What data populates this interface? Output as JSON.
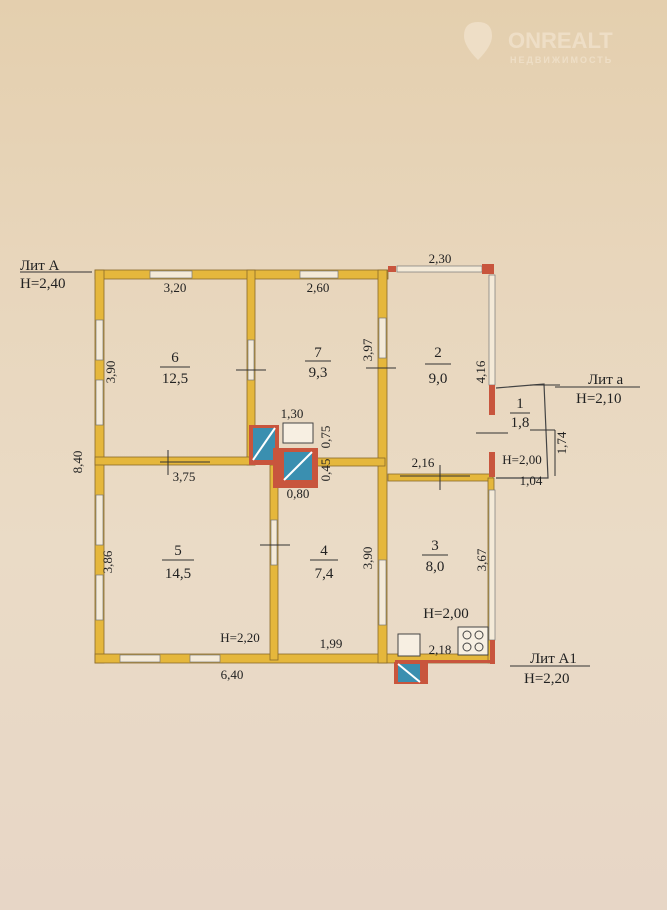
{
  "watermark": {
    "brand": "ONREALT",
    "tagline": "НЕДВИЖИМОСТЬ"
  },
  "liters": {
    "A": {
      "name": "Лит А",
      "height": "H=2,40"
    },
    "a": {
      "name": "Лит а",
      "height": "H=2,10"
    },
    "A1": {
      "name": "Лит А1",
      "height": "H=2,20"
    }
  },
  "rooms": [
    {
      "number": "1",
      "area": "1,8"
    },
    {
      "number": "2",
      "area": "9,0"
    },
    {
      "number": "3",
      "area": "8,0"
    },
    {
      "number": "4",
      "area": "7,4"
    },
    {
      "number": "5",
      "area": "14,5"
    },
    {
      "number": "6",
      "area": "12,5"
    },
    {
      "number": "7",
      "area": "9,3"
    }
  ],
  "dimensions": {
    "d320": "3,20",
    "d260": "2,60",
    "d230": "2,30",
    "d390a": "3,90",
    "d397": "3,97",
    "d416": "4,16",
    "d840": "8,40",
    "d375": "3,75",
    "d130": "1,30",
    "d075": "0,75",
    "d045": "0,45",
    "d080": "0,80",
    "d216": "2,16",
    "d174": "1,74",
    "d104": "1,04",
    "d386": "3,86",
    "d390b": "3,90",
    "d367": "3,67",
    "d218": "2,18",
    "d199": "1,99",
    "d640": "6,40"
  },
  "heights": {
    "porch": "H=2,00",
    "room3": "H=2,00",
    "room5": "H=2,20"
  },
  "colors": {
    "wall": "#e5b73c",
    "brick": "#c8553d",
    "stove_blue": "#3a8fb0"
  }
}
